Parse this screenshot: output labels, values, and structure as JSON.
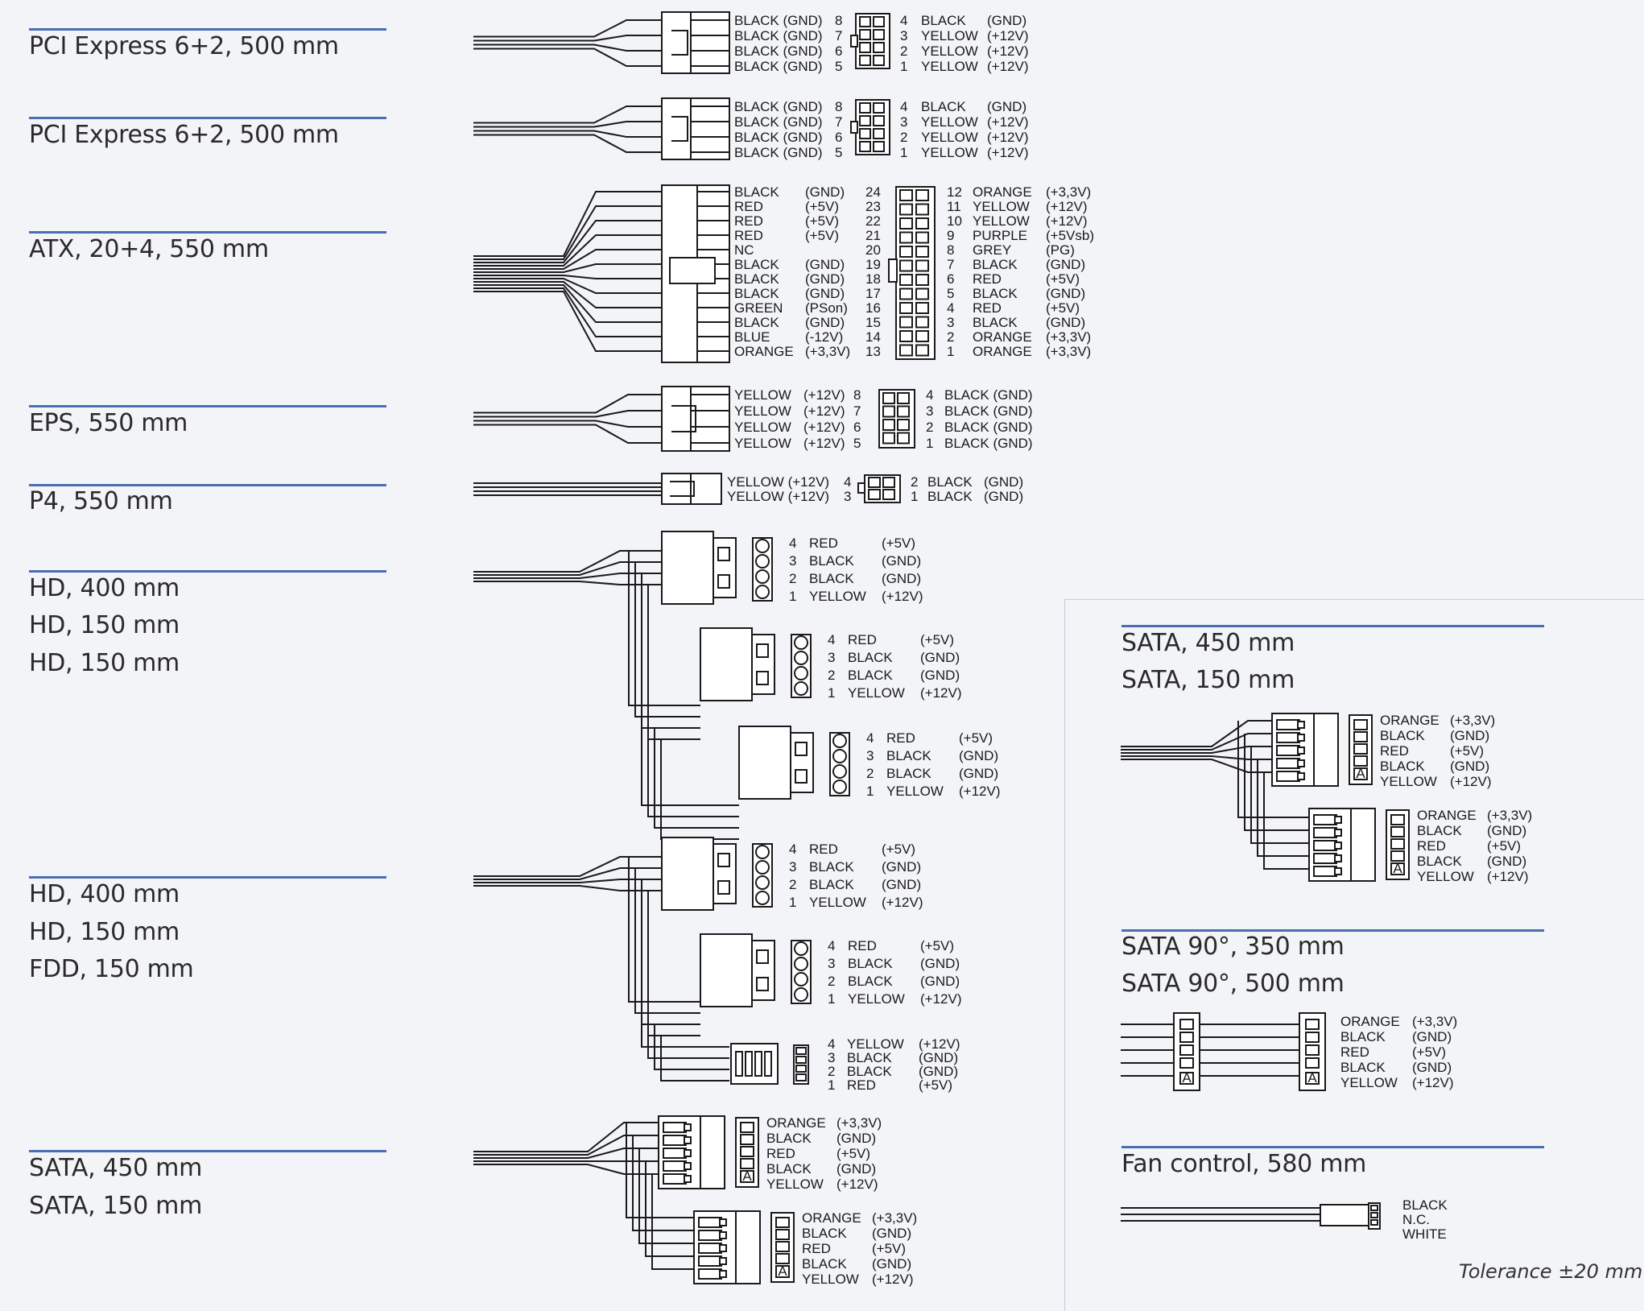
{
  "left_titles": [
    {
      "lines": [
        "PCI Express 6+2, 500 mm"
      ]
    },
    {
      "lines": [
        "PCI Express 6+2, 500 mm"
      ]
    },
    {
      "lines": [
        "ATX, 20+4, 550 mm"
      ]
    },
    {
      "lines": [
        "EPS, 550 mm"
      ]
    },
    {
      "lines": [
        "P4, 550 mm"
      ]
    },
    {
      "lines": [
        "HD, 400 mm",
        "HD, 150 mm",
        "HD, 150 mm"
      ]
    },
    {
      "lines": [
        "HD, 400 mm",
        "HD, 150 mm",
        "FDD, 150 mm"
      ]
    },
    {
      "lines": [
        "SATA, 450 mm",
        "SATA, 150 mm"
      ]
    }
  ],
  "right_titles": [
    {
      "lines": [
        "SATA, 450 mm",
        "SATA, 150 mm"
      ]
    },
    {
      "lines": [
        "SATA 90°, 350 mm",
        "SATA 90°, 500 mm"
      ]
    },
    {
      "lines": [
        "Fan control, 580 mm"
      ]
    }
  ],
  "tolerance": "Tolerance ±20 mm",
  "pcie_left": [
    [
      "BLACK (GND)",
      "8"
    ],
    [
      "BLACK (GND)",
      "7"
    ],
    [
      "BLACK (GND)",
      "6"
    ],
    [
      "BLACK (GND)",
      "5"
    ]
  ],
  "pcie_right": [
    [
      "4",
      "BLACK",
      "(GND)"
    ],
    [
      "3",
      "YELLOW",
      "(+12V)"
    ],
    [
      "2",
      "YELLOW",
      "(+12V)"
    ],
    [
      "1",
      "YELLOW",
      "(+12V)"
    ]
  ],
  "atx_left": [
    [
      "BLACK",
      "(GND)",
      "24"
    ],
    [
      "RED",
      "(+5V)",
      "23"
    ],
    [
      "RED",
      "(+5V)",
      "22"
    ],
    [
      "RED",
      "(+5V)",
      "21"
    ],
    [
      "NC",
      "",
      "20"
    ],
    [
      "BLACK",
      "(GND)",
      "19"
    ],
    [
      "BLACK",
      "(GND)",
      "18"
    ],
    [
      "BLACK",
      "(GND)",
      "17"
    ],
    [
      "GREEN",
      "(PSon)",
      "16"
    ],
    [
      "BLACK",
      "(GND)",
      "15"
    ],
    [
      "BLUE",
      "(-12V)",
      "14"
    ],
    [
      "ORANGE",
      "(+3,3V)",
      "13"
    ]
  ],
  "atx_right": [
    [
      "12",
      "ORANGE",
      "(+3,3V)"
    ],
    [
      "11",
      "YELLOW",
      "(+12V)"
    ],
    [
      "10",
      "YELLOW",
      "(+12V)"
    ],
    [
      "9",
      "PURPLE",
      "(+5Vsb)"
    ],
    [
      "8",
      "GREY",
      "(PG)"
    ],
    [
      "7",
      "BLACK",
      "(GND)"
    ],
    [
      "6",
      "RED",
      "(+5V)"
    ],
    [
      "5",
      "BLACK",
      "(GND)"
    ],
    [
      "4",
      "RED",
      "(+5V)"
    ],
    [
      "3",
      "BLACK",
      "(GND)"
    ],
    [
      "2",
      "ORANGE",
      "(+3,3V)"
    ],
    [
      "1",
      "ORANGE",
      "(+3,3V)"
    ]
  ],
  "eps_left": [
    [
      "YELLOW",
      "(+12V)",
      "8"
    ],
    [
      "YELLOW",
      "(+12V)",
      "7"
    ],
    [
      "YELLOW",
      "(+12V)",
      "6"
    ],
    [
      "YELLOW",
      "(+12V)",
      "5"
    ]
  ],
  "eps_right": [
    [
      "4",
      "BLACK (GND)"
    ],
    [
      "3",
      "BLACK (GND)"
    ],
    [
      "2",
      "BLACK (GND)"
    ],
    [
      "1",
      "BLACK (GND)"
    ]
  ],
  "p4_left": [
    [
      "YELLOW (+12V)",
      "4"
    ],
    [
      "YELLOW (+12V)",
      "3"
    ]
  ],
  "p4_right": [
    [
      "2",
      "BLACK",
      "(GND)"
    ],
    [
      "1",
      "BLACK",
      "(GND)"
    ]
  ],
  "molex_pins": [
    [
      "4",
      "RED",
      "(+5V)"
    ],
    [
      "3",
      "BLACK",
      "(GND)"
    ],
    [
      "2",
      "BLACK",
      "(GND)"
    ],
    [
      "1",
      "YELLOW",
      "(+12V)"
    ]
  ],
  "fdd_pins": [
    [
      "4",
      "YELLOW",
      "(+12V)"
    ],
    [
      "3",
      "BLACK",
      "(GND)"
    ],
    [
      "2",
      "BLACK",
      "(GND)"
    ],
    [
      "1",
      "RED",
      "(+5V)"
    ]
  ],
  "sata_pins": [
    [
      "ORANGE",
      "(+3,3V)"
    ],
    [
      "BLACK",
      "(GND)"
    ],
    [
      "RED",
      "(+5V)"
    ],
    [
      "BLACK",
      "(GND)"
    ],
    [
      "YELLOW",
      "(+12V)"
    ]
  ],
  "fan_pins": [
    "BLACK",
    "N.C.",
    "WHITE"
  ],
  "sata_marker": "A"
}
